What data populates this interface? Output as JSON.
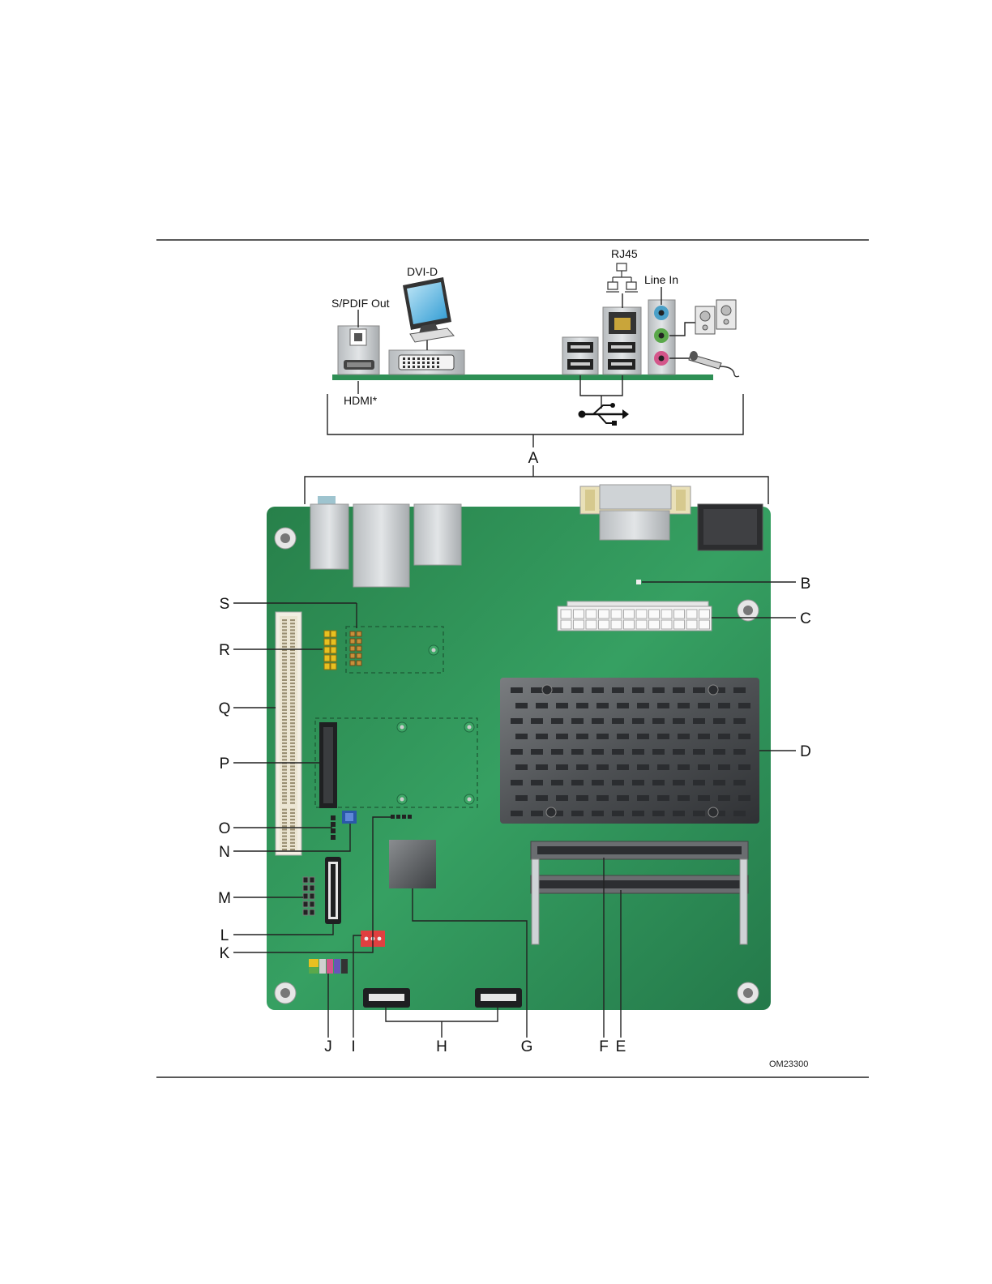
{
  "figure_code": "OM23300",
  "back_panel": {
    "spdif_label": "S/PDIF Out",
    "dvi_label": "DVI-D",
    "hdmi_label": "HDMI*",
    "rj45_label": "RJ45",
    "line_in_label": "Line In"
  },
  "callouts": {
    "A": "A",
    "B": "B",
    "C": "C",
    "D": "D",
    "E": "E",
    "F": "F",
    "G": "G",
    "H": "H",
    "I": "I",
    "J": "J",
    "K": "K",
    "L": "L",
    "M": "M",
    "N": "N",
    "O": "O",
    "P": "P",
    "Q": "Q",
    "R": "R",
    "S": "S"
  },
  "colors": {
    "board": "#2e8f55",
    "heatsink": "#55585c",
    "audio_blue": "#4aa0c8",
    "audio_green": "#5aa84a",
    "audio_pink": "#d4558a",
    "fan_header": "#e04040",
    "jumper_yellow": "#e8c020"
  },
  "icons": [
    "monitor-icon",
    "network-icon",
    "usb-icon",
    "speakers-icon",
    "microphone-icon"
  ]
}
